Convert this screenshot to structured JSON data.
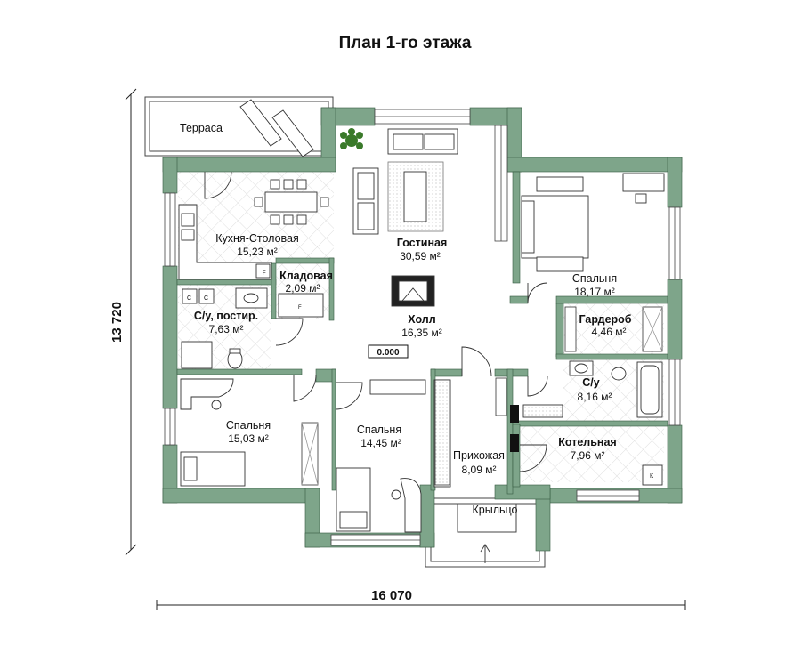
{
  "title": "План 1-го этажа",
  "dimensions": {
    "width": "16 070",
    "height": "13 720"
  },
  "level_mark": "0.000",
  "rooms": [
    {
      "name": "Терраса",
      "area": ""
    },
    {
      "name": "Кухня-Столовая",
      "area": "15,23 м²"
    },
    {
      "name": "Кладовая",
      "area": "2,09 м²"
    },
    {
      "name": "С/у, постир.",
      "area": "7,63 м²"
    },
    {
      "name": "Гостиная",
      "area": "30,59 м²"
    },
    {
      "name": "Холл",
      "area": "16,35 м²"
    },
    {
      "name": "Спальня",
      "area": "18,17 м²"
    },
    {
      "name": "Гардероб",
      "area": "4,46 м²"
    },
    {
      "name": "С/у",
      "area": "8,16 м²"
    },
    {
      "name": "Спальня",
      "area": "15,03 м²"
    },
    {
      "name": "Спальня",
      "area": "14,45 м²"
    },
    {
      "name": "Прихожая",
      "area": "8,09 м²"
    },
    {
      "name": "Котельная",
      "area": "7,96 м²"
    },
    {
      "name": "Крыльцо",
      "area": ""
    }
  ],
  "fixture_labels": {
    "c1": "C",
    "c2": "C",
    "f1": "F",
    "f2": "F",
    "k": "К"
  },
  "colors": {
    "wall": "#7ea58a",
    "wall_dark": "#6f9a7d",
    "tile_line": "#cfcfcf",
    "plant": "#3a7a2a"
  }
}
